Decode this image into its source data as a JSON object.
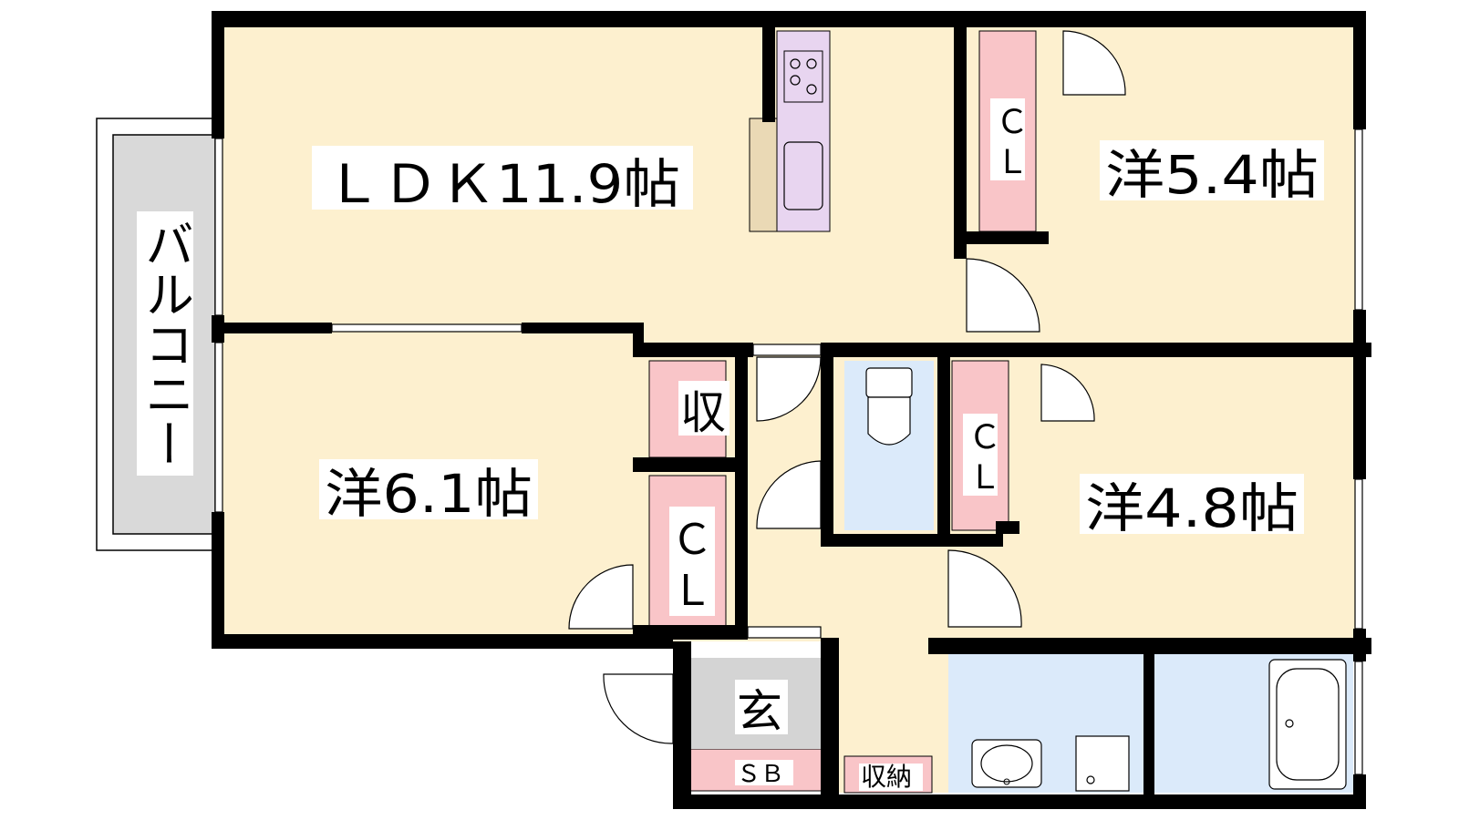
{
  "colors": {
    "room_floor": "#fdf0cf",
    "closet": "#f9c5c8",
    "wet_area": "#dbeafa",
    "entrance": "#d4d4d4",
    "balcony": "#d9d9d9",
    "kitchen": "#e8d5f0",
    "kitchen_counter": "#ead9b5",
    "wall": "#000000"
  },
  "rooms": {
    "ldk": "ＬＤＫ11.9帖",
    "western_54": "洋5.4帖",
    "western_61": "洋6.1帖",
    "western_48": "洋4.8帖",
    "entrance": "玄",
    "shoe_box": "ＳＢ",
    "storage": "収",
    "storage_hall": "収納",
    "balcony": "バルコニー"
  },
  "closets": {
    "cl_54_top": "Ｃ",
    "cl_54_bottom": "Ｌ",
    "cl_48_top": "Ｃ",
    "cl_48_bottom": "Ｌ",
    "cl_61_top": "Ｃ",
    "cl_61_bottom": "Ｌ"
  },
  "icons": [
    "stove-icon",
    "sink-icon",
    "toilet-icon",
    "washbasin-icon",
    "washer-icon",
    "bathtub-icon",
    "door-swing-icon",
    "window-icon"
  ]
}
